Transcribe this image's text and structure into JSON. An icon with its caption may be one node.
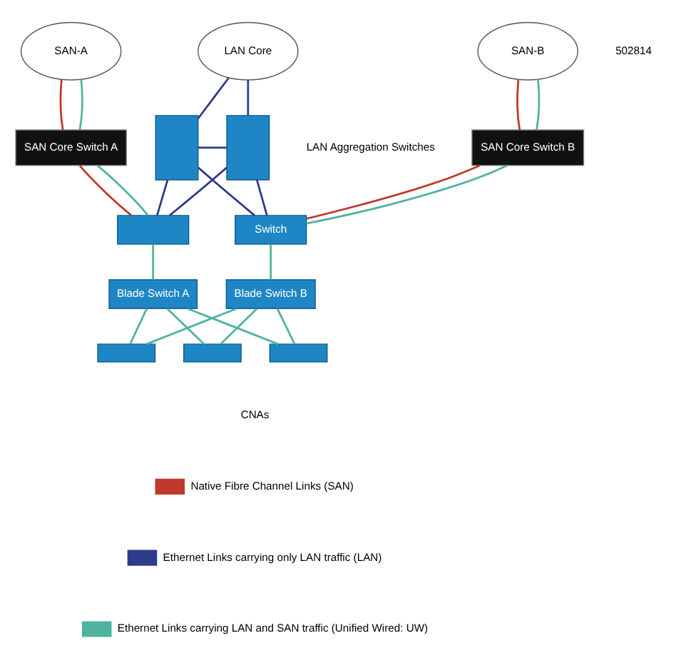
{
  "diagram": {
    "nodes": [
      {
        "text": [
          "SAN-A"
        ]
      },
      {
        "text": [
          "LAN Core"
        ]
      },
      {
        "text": [
          "SAN-B"
        ]
      },
      {
        "text": [
          "SAN Core Switch A"
        ]
      },
      {
        "text": [],
        "shape": "box"
      },
      {
        "text": [],
        "shape": "box"
      },
      {
        "text": [
          "SAN Core Switch B"
        ]
      },
      {
        "text": [],
        "shape": "box"
      },
      {
        "text": [
          "Switch"
        ]
      },
      {
        "text": [
          "Blade Switch A"
        ]
      },
      {
        "text": [
          "Blade Switch B"
        ]
      },
      {
        "text": [],
        "shape": "box"
      },
      {
        "text": [],
        "shape": "box"
      },
      {
        "text": [],
        "shape": "box"
      }
    ],
    "edges": [
      {
        "from": 0,
        "to": 3,
        "arrow": "none",
        "color": "#c0392b"
      },
      {
        "from": 0,
        "to": 3,
        "arrow": "none"
      },
      {
        "from": 1,
        "to": 4,
        "arrow": "none",
        "color": "#2e3a8c"
      },
      {
        "from": 1,
        "to": 5,
        "arrow": "none",
        "color": "#2e3a8c"
      },
      {
        "from": 2,
        "to": 6,
        "arrow": "none",
        "color": "#c0392b"
      },
      {
        "from": 2,
        "to": 6,
        "arrow": "none"
      },
      {
        "from": 4,
        "to": 5,
        "arrow": "none",
        "color": "#2e3a8c"
      },
      {
        "from": 4,
        "to": 7,
        "arrow": "none",
        "color": "#2e3a8c"
      },
      {
        "from": 4,
        "to": 8,
        "arrow": "none",
        "color": "#2e3a8c"
      },
      {
        "from": 5,
        "to": 7,
        "arrow": "none",
        "color": "#2e3a8c"
      },
      {
        "from": 5,
        "to": 8,
        "arrow": "none",
        "color": "#2e3a8c"
      },
      {
        "from": 3,
        "to": 7,
        "arrow": "none",
        "color": "#c0392b"
      },
      {
        "from": 3,
        "to": 7,
        "arrow": "none"
      },
      {
        "from": 6,
        "to": 8,
        "arrow": "none",
        "color": "#c0392b"
      },
      {
        "from": 6,
        "to": 8,
        "arrow": "none"
      },
      {
        "from": 7,
        "to": 9,
        "arrow": "none"
      },
      {
        "from": 8,
        "to": 10,
        "arrow": "none"
      },
      {
        "from": 9,
        "to": 11,
        "arrow": "none"
      },
      {
        "from": 9,
        "to": 12,
        "arrow": "none"
      },
      {
        "from": 9,
        "to": 13,
        "arrow": "none"
      },
      {
        "from": 10,
        "to": 11,
        "arrow": "none"
      },
      {
        "from": 10,
        "to": 12,
        "arrow": "none"
      },
      {
        "from": 10,
        "to": 13,
        "arrow": "none"
      }
    ],
    "labels": [
      "LAN Aggregation Switches",
      "CNAs",
      "502814"
    ],
    "legend": [
      {
        "text": "Native Fibre Channel Links (SAN)"
      },
      {
        "text": "Ethernet Links carrying only LAN traffic (LAN)"
      },
      {
        "text": "Ethernet Links carrying LAN and SAN traffic (Unified Wired: UW)"
      }
    ]
  }
}
